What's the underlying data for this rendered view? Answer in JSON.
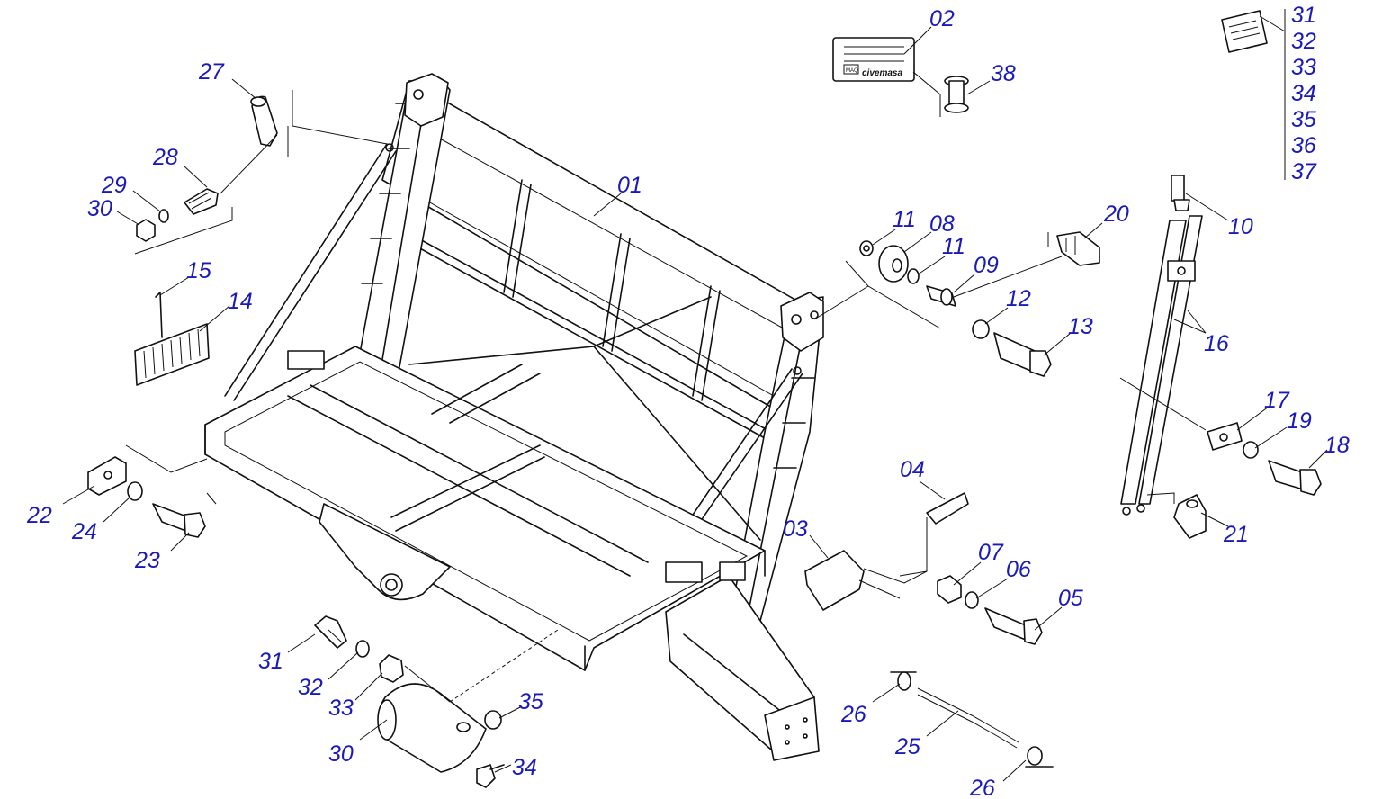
{
  "labels": {
    "p01": "01",
    "p02": "02",
    "p03": "03",
    "p04": "04",
    "p05": "05",
    "p06": "06",
    "p07": "07",
    "p08": "08",
    "p09": "09",
    "p10": "10",
    "p11a": "11",
    "p11b": "11",
    "p12": "12",
    "p13": "13",
    "p14": "14",
    "p15": "15",
    "p16": "16",
    "p17": "17",
    "p18": "18",
    "p19": "19",
    "p20": "20",
    "p21": "21",
    "p22": "22",
    "p23": "23",
    "p24": "24",
    "p25": "25",
    "p26a": "26",
    "p26b": "26",
    "p27": "27",
    "p28": "28",
    "p29": "29",
    "p30a": "30",
    "p30b": "30",
    "p31a": "31",
    "p32a": "32",
    "p33a": "33",
    "p34a": "34",
    "p35a": "35",
    "p31b": "31",
    "p32b": "32",
    "p33b": "33",
    "p34b": "34",
    "p35b": "35",
    "p36": "36",
    "p37": "37",
    "p38": "38"
  },
  "nameplate": {
    "brand": "civemasa",
    "maker": "MAQ"
  },
  "colors": {
    "label": "#1a1ab8",
    "line": "#111111"
  }
}
